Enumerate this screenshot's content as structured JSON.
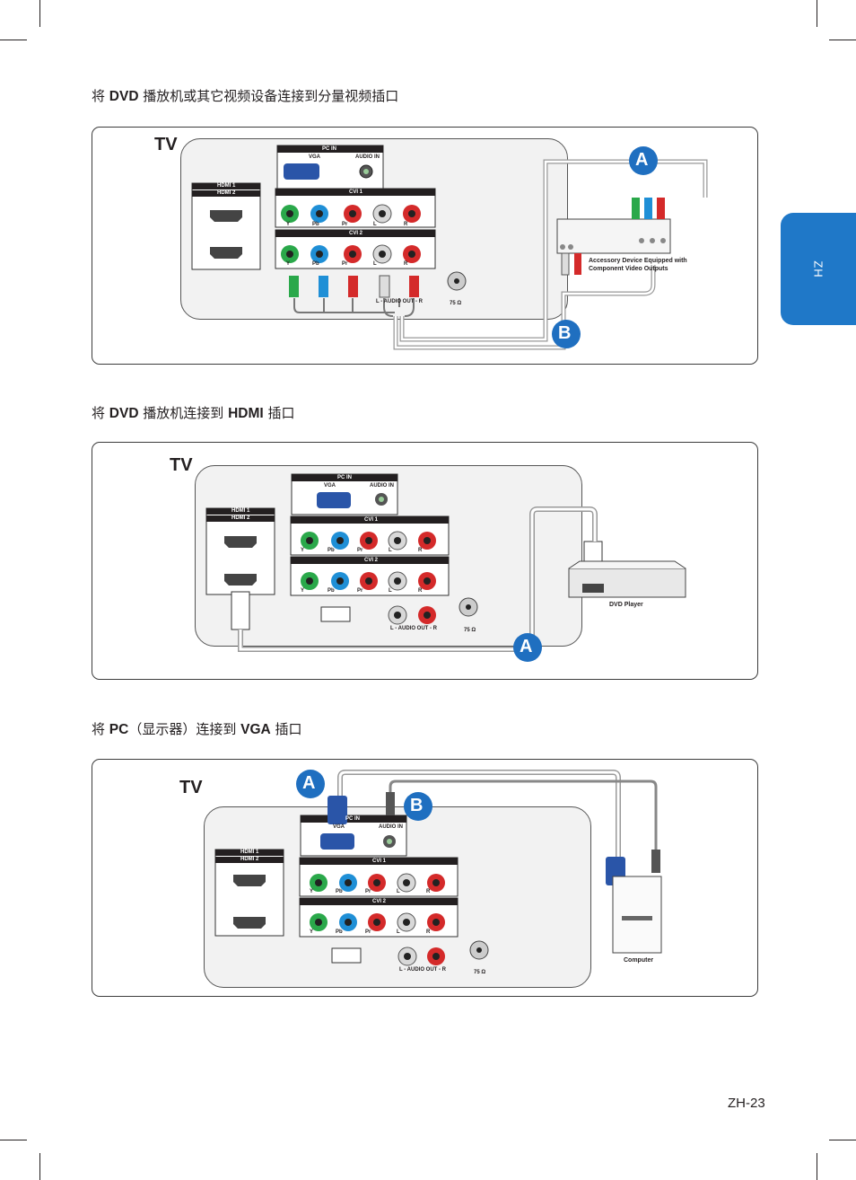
{
  "section_1": {
    "heading": "将 DVD 播放机或其它视频设备连接到分量视频插口",
    "heading_parts": [
      "将 ",
      "DVD",
      " 播放机或其它视频设备连接到分量视频插口"
    ],
    "tv_label": "TV",
    "device_caption": "Accessory Device Equipped with Component Video Outputs",
    "device_caption_line1": "Accessory Device Equipped with",
    "device_caption_line2": "Component Video Outputs",
    "callout_a": "A",
    "callout_b": "B"
  },
  "section_2": {
    "heading_parts": [
      "将 ",
      "DVD",
      " 播放机连接到 ",
      "HDMI",
      " 插口"
    ],
    "tv_label": "TV",
    "device_caption": "DVD Player",
    "callout_a": "A"
  },
  "section_3": {
    "heading_parts": [
      "将 ",
      "PC",
      "（显示器）连接到 ",
      "VGA",
      " 插口"
    ],
    "tv_label": "TV",
    "device_caption": "Computer",
    "callout_a": "A",
    "callout_b": "B"
  },
  "tv_panel": {
    "pc_in": "PC IN",
    "vga": "VGA",
    "audio_in": "AUDIO IN",
    "hdmi1": "HDMI 1",
    "hdmi2": "HDMI 2",
    "cvi1": "CVI 1",
    "cvi2": "CVI 2",
    "jack_labels": [
      "Y",
      "Pb",
      "Pr",
      "L",
      "R"
    ],
    "audio_out": "L - AUDIO OUT - R",
    "ohm": "75 Ω"
  },
  "side_tab": {
    "label": "ZH"
  },
  "page_number": "ZH-23",
  "colors": {
    "tab_blue": "#1f78c8",
    "callout_blue": "#1f6fc0",
    "jack_green": "#2aa84a",
    "jack_blue": "#1f8fd6",
    "jack_red": "#d42a2a",
    "jack_white": "#d8d8d8",
    "vga_blue": "#2a55a8"
  }
}
